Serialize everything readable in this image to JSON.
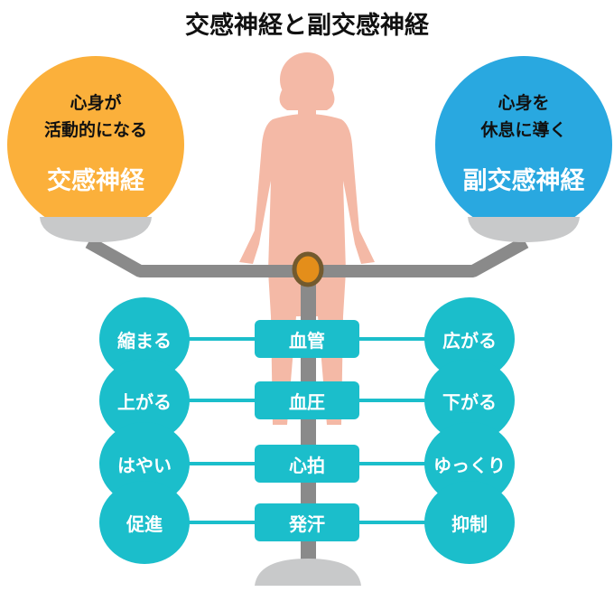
{
  "title": "交感神経と副交感神経",
  "sympathetic": {
    "desc_line1": "心身が",
    "desc_line2": "活動的になる",
    "name": "交感神経",
    "color": "#FBB03B"
  },
  "parasympathetic": {
    "desc_line1": "心身を",
    "desc_line2": "休息に導く",
    "name": "副交感神経",
    "color": "#29A8E0"
  },
  "rows": [
    {
      "item": "血管",
      "sympathetic": "縮まる",
      "parasympathetic": "広がる"
    },
    {
      "item": "血圧",
      "sympathetic": "上がる",
      "parasympathetic": "下がる"
    },
    {
      "item": "心拍",
      "sympathetic": "はやい",
      "parasympathetic": "ゆっくり"
    },
    {
      "item": "発汗",
      "sympathetic": "促進",
      "parasympathetic": "抑制"
    }
  ],
  "colors": {
    "teal": "#1BBECB",
    "body": "#F4B9A6",
    "beam": "#8A8A8A",
    "pan": "#C8C9CA"
  }
}
